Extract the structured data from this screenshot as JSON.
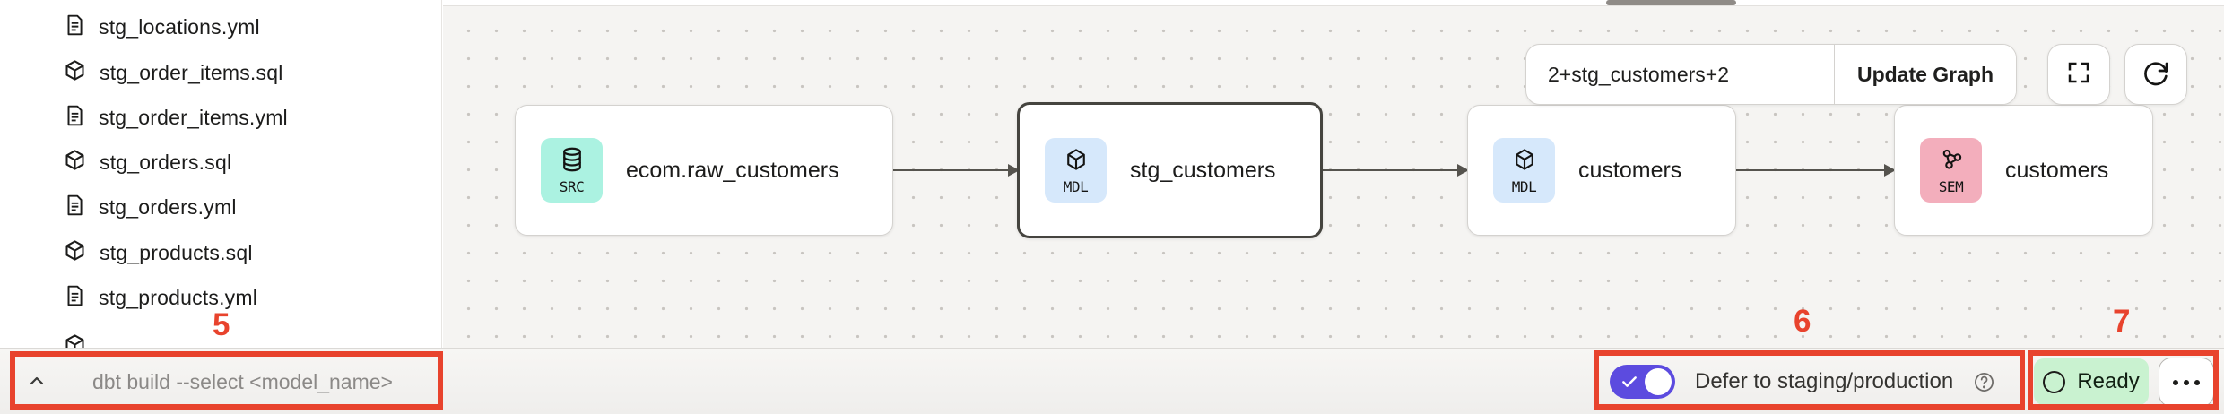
{
  "sidebar": {
    "files": [
      {
        "label": "stg_locations.yml",
        "type": "yml"
      },
      {
        "label": "stg_order_items.sql",
        "type": "sql"
      },
      {
        "label": "stg_order_items.yml",
        "type": "yml"
      },
      {
        "label": "stg_orders.sql",
        "type": "sql"
      },
      {
        "label": "stg_orders.yml",
        "type": "yml"
      },
      {
        "label": "stg_products.sql",
        "type": "sql"
      },
      {
        "label": "stg_products.yml",
        "type": "yml"
      },
      {
        "label": "",
        "type": "sql"
      }
    ]
  },
  "lineage": {
    "selector": {
      "value": "2+stg_customers+2",
      "update_button_label": "Update Graph"
    },
    "nodes": [
      {
        "badge": "SRC",
        "label": "ecom.raw_customers",
        "selected": false
      },
      {
        "badge": "MDL",
        "label": "stg_customers",
        "selected": true
      },
      {
        "badge": "MDL",
        "label": "customers",
        "selected": false
      },
      {
        "badge": "SEM",
        "label": "customers",
        "selected": false
      }
    ]
  },
  "command_bar": {
    "placeholder": "dbt build --select <model_name>"
  },
  "status_bar": {
    "defer_toggle_label": "Defer to staging/production",
    "defer_toggle_on": true,
    "ready_label": "Ready"
  },
  "annotations": {
    "labels": [
      "5",
      "6",
      "7"
    ]
  },
  "colors": {
    "annotation_red": "#e8432d",
    "toggle_purple": "#5c4bdf",
    "ready_green_bg": "#c9f2d0",
    "src_badge_teal": "#abf2e1",
    "mdl_badge_blue": "#d6e8fb",
    "sem_badge_pink": "#f3aebc"
  }
}
